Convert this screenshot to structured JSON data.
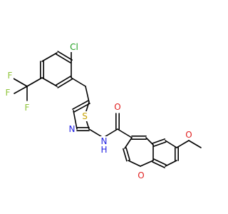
{
  "atom_labels": {
    "cl": {
      "text": "Cl",
      "color": "#1fa01f"
    },
    "f1": {
      "text": "F",
      "color": "#8fc43a"
    },
    "f2": {
      "text": "F",
      "color": "#8fc43a"
    },
    "f3": {
      "text": "F",
      "color": "#8fc43a"
    },
    "s": {
      "text": "S",
      "color": "#c8a300"
    },
    "n_thiazole": {
      "text": "N",
      "color": "#1f1fe0"
    },
    "n_amide": {
      "text": "N",
      "color": "#1f1fe0"
    },
    "h_amide": {
      "text": "H",
      "color": "#1f1fe0"
    },
    "o_carbonyl": {
      "text": "O",
      "color": "#e02020"
    },
    "o_ring": {
      "text": "O",
      "color": "#e02020"
    },
    "o_methoxy": {
      "text": "O",
      "color": "#e02020"
    }
  },
  "bond_color": "#000000"
}
